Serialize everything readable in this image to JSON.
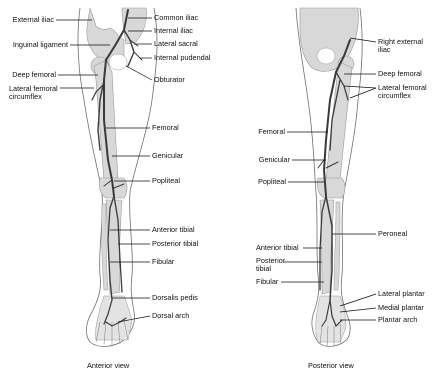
{
  "anterior": {
    "caption": "Anterior view",
    "labels": {
      "external_iliac": "External iliac",
      "inguinal_ligament": "Inguinal ligament",
      "deep_femoral": "Deep femoral",
      "lateral_femoral_circumflex_1": "Lateral femoral",
      "lateral_femoral_circumflex_2": "circumflex",
      "common_iliac": "Common iliac",
      "internal_iliac": "Internal iliac",
      "lateral_sacral": "Lateral sacral",
      "internal_pudendal": "Internal pudendal",
      "obturator": "Obturator",
      "femoral": "Femoral",
      "genicular": "Genicular",
      "popliteal": "Popliteal",
      "anterior_tibial": "Anterior tibial",
      "posterior_tibial": "Posterior tibial",
      "fibular": "Fibular",
      "dorsalis_pedis": "Dorsalis pedis",
      "dorsal_arch": "Dorsal arch"
    }
  },
  "posterior": {
    "caption": "Posterior view",
    "labels": {
      "right_external_iliac_1": "Right external",
      "right_external_iliac_2": "iliac",
      "deep_femoral": "Deep femoral",
      "lateral_femoral_circumflex_1": "Lateral femoral",
      "lateral_femoral_circumflex_2": "circumflex",
      "femoral": "Femoral",
      "genicular": "Genicular",
      "popliteal": "Popliteal",
      "peroneal": "Peroneal",
      "anterior_tibial": "Anterior tibial",
      "posterior_tibial_1": "Posterior",
      "posterior_tibial_2": "tibial",
      "fibular": "Fibular",
      "lateral_plantar": "Lateral plantar",
      "medial_plantar": "Medial plantar",
      "plantar_arch": "Plantar arch"
    }
  },
  "colors": {
    "bone": "#d8d8d8",
    "bone_edge": "#9a9a9a",
    "skin_outline": "#6f6f6f",
    "artery": "#3a3a3a",
    "leader": "#111111"
  }
}
